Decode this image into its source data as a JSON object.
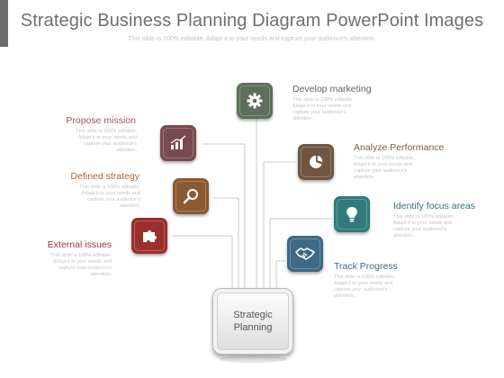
{
  "slide": {
    "title": "Strategic Business Planning Diagram PowerPoint Images",
    "subtitle": "This slide is 100% editable. Adapt it to your needs and capture your audience's attention."
  },
  "center": {
    "line1": "Strategic",
    "line2": "Planning"
  },
  "left_items": [
    {
      "label": "Propose mission",
      "description": "This slide is 100% editable. Adapt it to your needs and capture your audience's attention.",
      "icon": "bar-chart-icon",
      "color": "#7a4a50",
      "label_color": "#a0525a"
    },
    {
      "label": "Defined strategy",
      "description": "This slide is 100% editable. Adapt it to your needs and capture your audience's attention.",
      "icon": "magnifier-icon",
      "color": "#8b5a33",
      "label_color": "#a0643a"
    },
    {
      "label": "External issues",
      "description": "This slide is 100% editable. Adapt it to your needs and capture your audience's attention.",
      "icon": "puzzle-icon",
      "color": "#9a2f2c",
      "label_color": "#9e3530"
    }
  ],
  "right_items": [
    {
      "label": "Develop marketing",
      "description": "This slide is 100% editable. Adapt it to your needs and capture your audience's attention.",
      "icon": "gear-icon",
      "color": "#5c6f5a",
      "label_color": "#5b6a58"
    },
    {
      "label": "Analyze Performance",
      "description": "This slide is 100% editable. Adapt it to your needs and capture your audience's attention.",
      "icon": "pie-chart-icon",
      "color": "#6e5640",
      "label_color": "#7a5c3f"
    },
    {
      "label": "Identify focus areas",
      "description": "This slide is 100% editable. Adapt it to your needs and capture your audience's attention.",
      "icon": "lightbulb-icon",
      "color": "#2f7b7a",
      "label_color": "#2f7473"
    },
    {
      "label": "Track Progress",
      "description": "This slide is 100% editable. Adapt it to your needs and capture your audience's attention.",
      "icon": "handshake-icon",
      "color": "#3d6a85",
      "label_color": "#3f6883"
    }
  ]
}
